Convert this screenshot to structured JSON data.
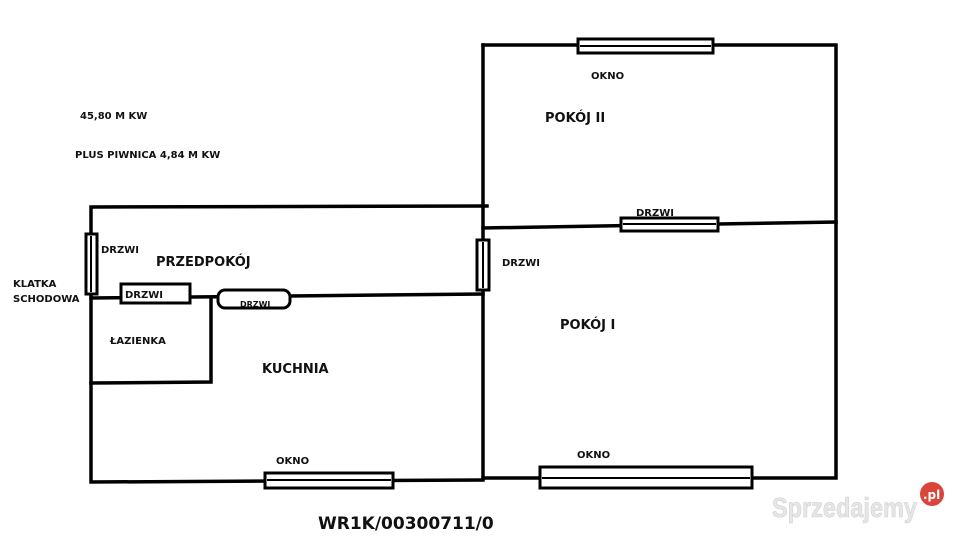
{
  "plan": {
    "area": "45,80 M KW",
    "basement": "PLUS PIWNICA 4,84 M KW",
    "rooms": {
      "pokoj2": "POKÓJ II",
      "pokoj1": "POKÓJ I",
      "przedpokoj": "PRZEDPOKÓJ",
      "lazienka": "ŁAZIENKA",
      "kuchnia": "KUCHNIA",
      "klatka1": "KLATKA",
      "klatka2": "SCHODOWA"
    },
    "labels": {
      "window": "OKNO",
      "door": "DRZWI"
    },
    "reference": "WR1K/00300711/0"
  },
  "watermark": {
    "text": "Sprzedajemy",
    "badge": ".pl",
    "badge_color": "#d9453b"
  }
}
